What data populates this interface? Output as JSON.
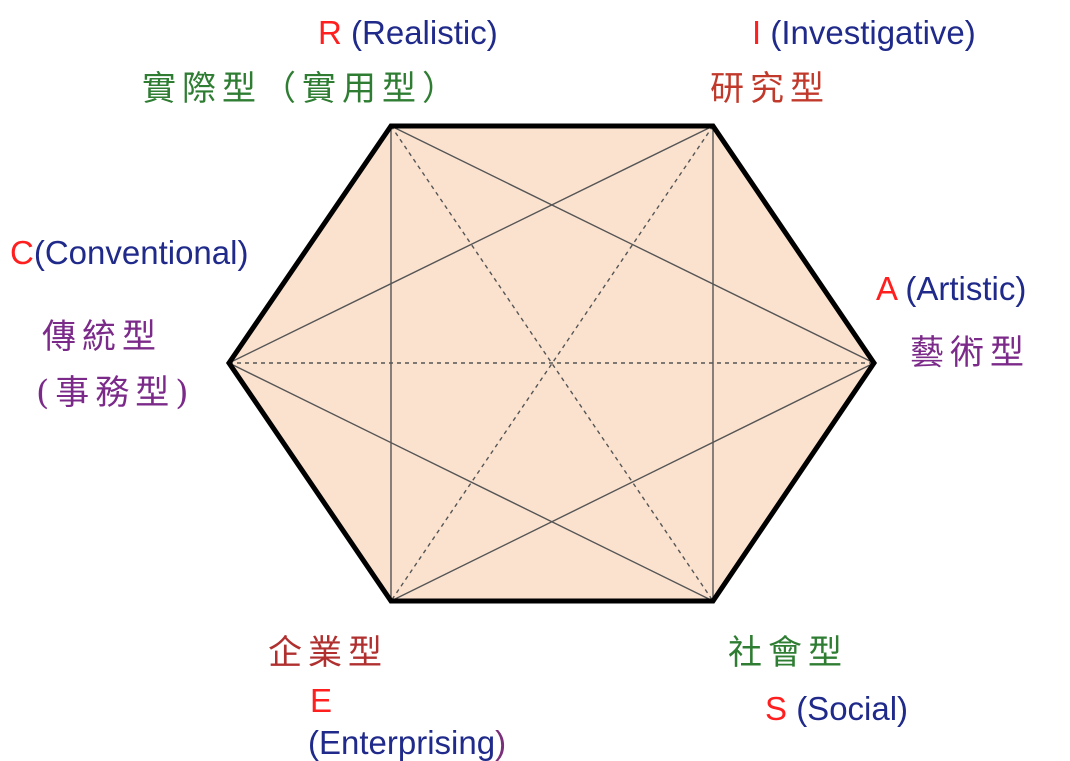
{
  "diagram": {
    "colors": {
      "fill": "#fbe2cf",
      "outline": "#000000",
      "inner_lines": "#555555",
      "letter": "#ff1f1f",
      "english": "#1f2a8a"
    },
    "types": {
      "R": {
        "letter": "R",
        "english": "(Realistic)",
        "chinese": "實際型（實用型）",
        "chinese_color": "#2e7d32"
      },
      "I": {
        "letter": "I",
        "english": "(Investigative)",
        "chinese": "研究型",
        "chinese_color": "#c0392b"
      },
      "A": {
        "letter": "A",
        "english": "(Artistic)",
        "chinese": "藝術型",
        "chinese_color": "#7b2a8a"
      },
      "S": {
        "letter": "S",
        "english": "(Social)",
        "chinese": "社會型",
        "chinese_color": "#2e7d32"
      },
      "E": {
        "letter": "E",
        "english_open": "(Enterprising",
        "english_close": ")",
        "chinese": "企業型",
        "chinese_color": "#b03030"
      },
      "C": {
        "letter": "C",
        "english": "(Conventional)",
        "chinese_line1": "傳統型",
        "chinese_line2": "(事務型)",
        "chinese_color": "#7b2a8a"
      }
    }
  }
}
